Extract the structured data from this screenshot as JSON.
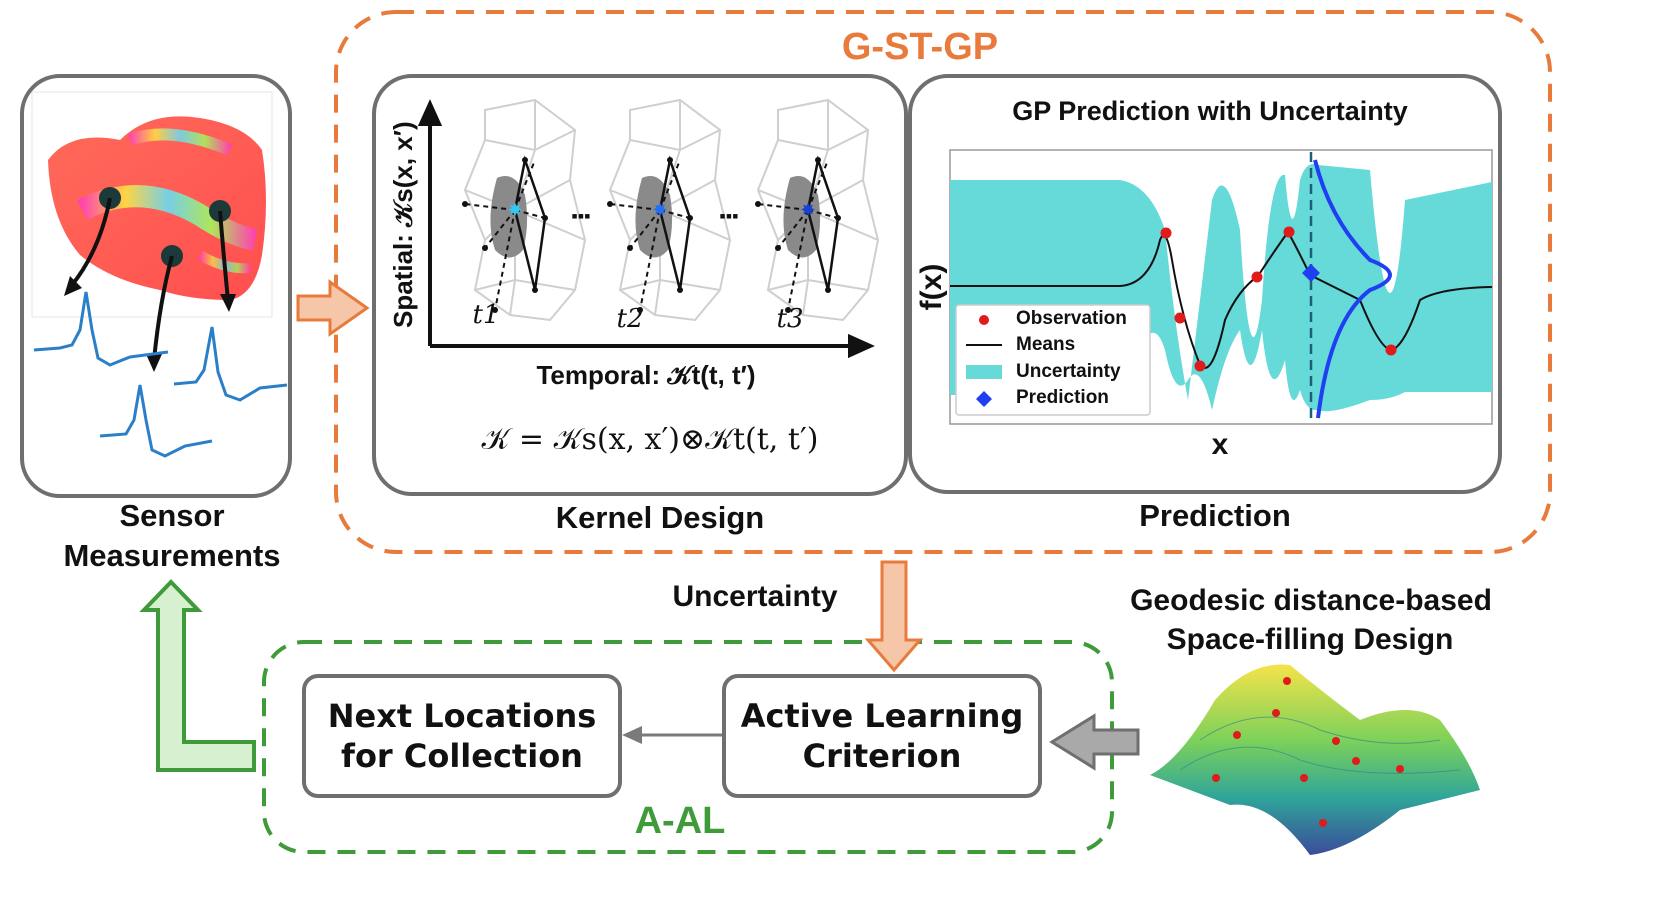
{
  "group_titles": {
    "gstgp": "G-ST-GP",
    "aal": "A-AL"
  },
  "colors": {
    "orange": "#e87a3c",
    "green": "#3f9b3a",
    "cyan": "#66d9d9",
    "obs": "#e01b1b",
    "pred": "#1f3ff0",
    "gray_box": "#6f6f6f"
  },
  "sensor": {
    "caption_line1": "Sensor",
    "caption_line2": "Measurements"
  },
  "kernel": {
    "caption": "Kernel Design",
    "y_axis_label": "Spatial: 𝒦s(x, x′)",
    "x_axis_label": "Temporal: 𝒦t(t, t′)",
    "formula": "𝒦 = 𝒦s(x, x′)⊗𝒦t(t, t′)",
    "time_labels": [
      "t1",
      "t2",
      "t3"
    ],
    "ellipsis": "▪▪▪"
  },
  "prediction": {
    "caption": "Prediction",
    "title": "GP Prediction with Uncertainty",
    "y_axis_label": "f(x)",
    "x_axis_label": "x",
    "legend": [
      "Observation",
      "Means",
      "Uncertainty",
      "Prediction"
    ]
  },
  "flow": {
    "uncertainty_label": "Uncertainty",
    "space_filling_line1": "Geodesic distance-based",
    "space_filling_line2": "Space-filling Design"
  },
  "al_boxes": {
    "next_locations": "Next Locations\nfor Collection",
    "criterion": "Active Learning\nCriterion"
  }
}
